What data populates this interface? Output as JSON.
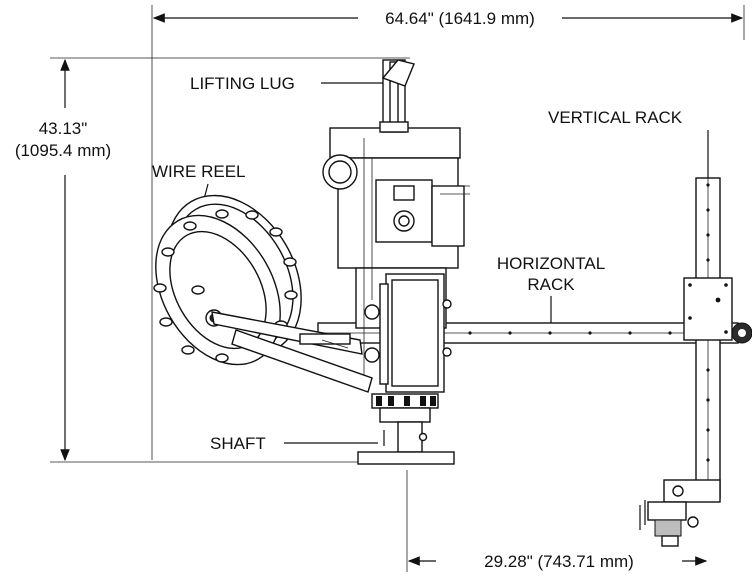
{
  "dimensions": {
    "overall_width": "64.64\" (1641.9 mm)",
    "overall_height_in": "43.13\"",
    "overall_height_mm": "(1095.4 mm)",
    "offset_width": "29.28\" (743.71 mm)"
  },
  "labels": {
    "lifting_lug": "LIFTING LUG",
    "vertical_rack": "VERTICAL RACK",
    "wire_reel": "WIRE REEL",
    "horizontal_rack_line1": "HORIZONTAL",
    "horizontal_rack_line2": "RACK",
    "shaft": "SHAFT"
  },
  "colors": {
    "line": "#111111",
    "background": "#ffffff",
    "dark_fill": "#2a2a2a"
  }
}
